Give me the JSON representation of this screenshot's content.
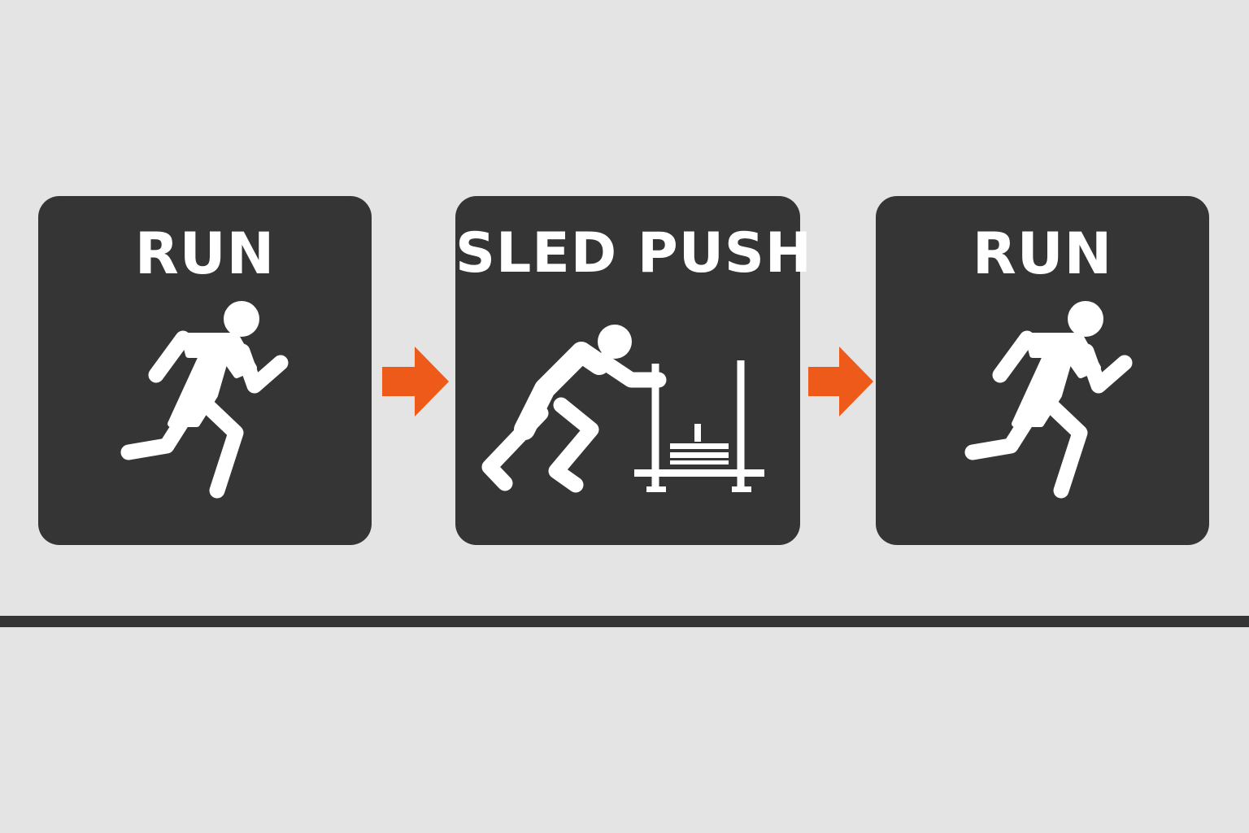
{
  "steps": [
    {
      "label": "RUN",
      "icon": "runner-icon"
    },
    {
      "label": "SLED PUSH",
      "icon": "sled-push-icon"
    },
    {
      "label": "RUN",
      "icon": "runner-icon"
    }
  ],
  "colors": {
    "background": "#e5e4e5",
    "card": "#363536",
    "arrow": "#ed5a1a",
    "text": "#ffffff",
    "ground_line": "#363536"
  }
}
